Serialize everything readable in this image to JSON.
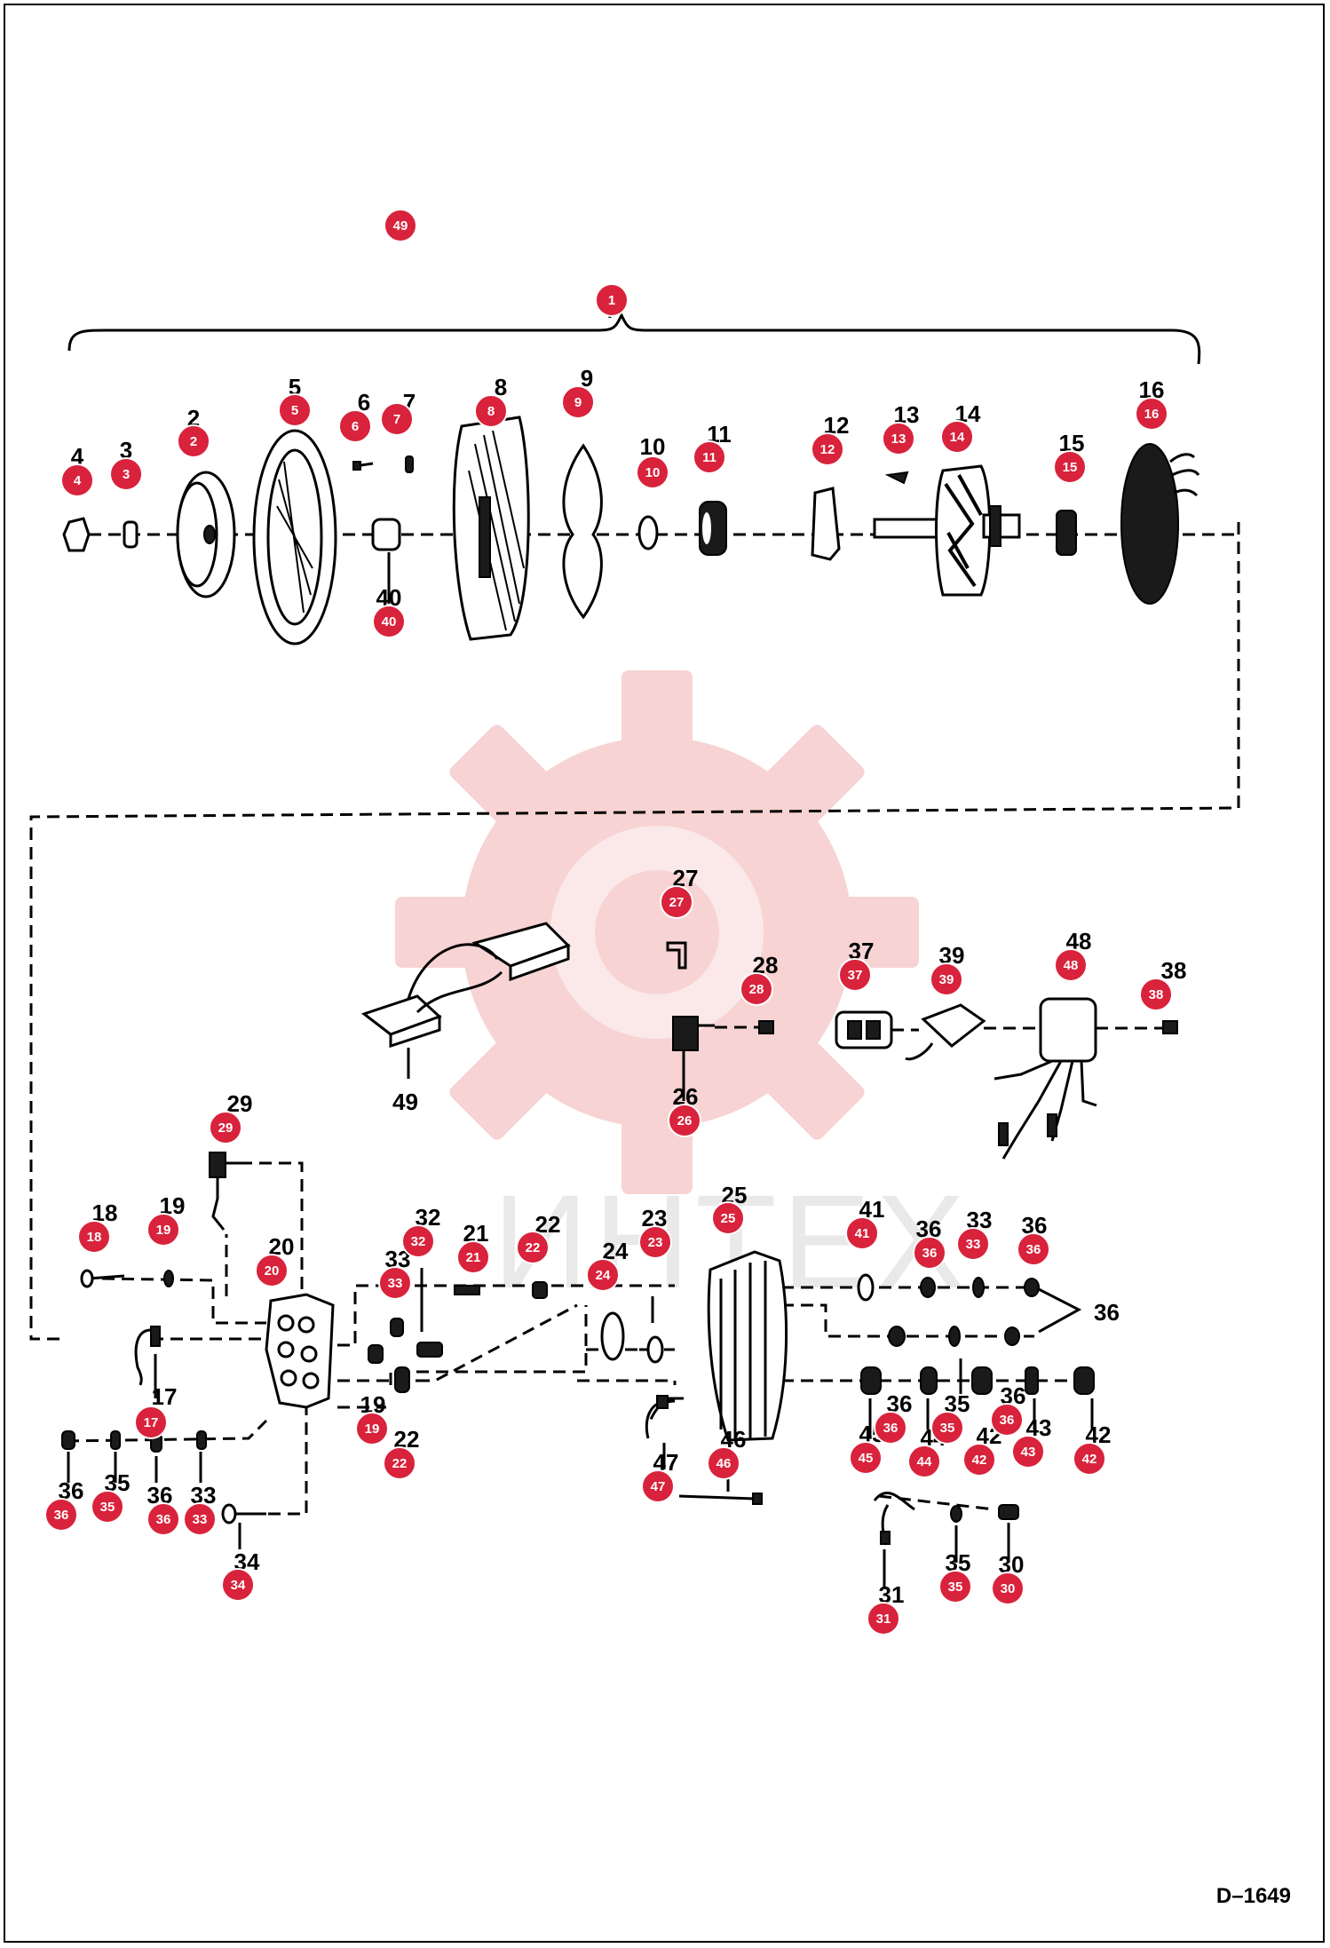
{
  "document": {
    "drawing_code": "D–1649",
    "watermark_text": "ИНТЕХ",
    "accent_color": "#d9223b",
    "watermark_color": "#f6cccc"
  },
  "captions": {
    "brush_kit": "49",
    "arrow_ref": "36"
  },
  "callouts": [
    {
      "label": "49",
      "part": "brush-kit"
    },
    {
      "label": "1",
      "part": "alternator-assembly"
    },
    {
      "label": "4",
      "part": "nut"
    },
    {
      "label": "3",
      "part": "lock-washer"
    },
    {
      "label": "2",
      "part": "pulley"
    },
    {
      "label": "5",
      "part": "fan"
    },
    {
      "label": "6",
      "part": "screw"
    },
    {
      "label": "7",
      "part": "retainer"
    },
    {
      "label": "40",
      "part": "spacer"
    },
    {
      "label": "8",
      "part": "drive-end-frame"
    },
    {
      "label": "9",
      "part": "gasket"
    },
    {
      "label": "10",
      "part": "washer"
    },
    {
      "label": "11",
      "part": "bearing"
    },
    {
      "label": "12",
      "part": "retainer-plate"
    },
    {
      "label": "13",
      "part": "key"
    },
    {
      "label": "14",
      "part": "rotor"
    },
    {
      "label": "15",
      "part": "bearing"
    },
    {
      "label": "16",
      "part": "stator"
    },
    {
      "label": "27",
      "part": "clip"
    },
    {
      "label": "28",
      "part": "screw"
    },
    {
      "label": "26",
      "part": "terminal"
    },
    {
      "label": "37",
      "part": "insulator"
    },
    {
      "label": "39",
      "part": "regulator"
    },
    {
      "label": "48",
      "part": "brush-holder"
    },
    {
      "label": "38",
      "part": "screw"
    },
    {
      "label": "29",
      "part": "diode-trio"
    },
    {
      "label": "18",
      "part": "screw"
    },
    {
      "label": "19",
      "part": "washer"
    },
    {
      "label": "20",
      "part": "rectifier-bridge"
    },
    {
      "label": "17",
      "part": "lead"
    },
    {
      "label": "32",
      "part": "bolt"
    },
    {
      "label": "33",
      "part": "washer"
    },
    {
      "label": "21",
      "part": "stud"
    },
    {
      "label": "22",
      "part": "insulator"
    },
    {
      "label": "24",
      "part": "o-ring"
    },
    {
      "label": "23",
      "part": "bushing"
    },
    {
      "label": "25",
      "part": "slip-ring-end-frame"
    },
    {
      "label": "41",
      "part": "washer"
    },
    {
      "label": "36",
      "part": "nut"
    },
    {
      "label": "33",
      "part": "washer"
    },
    {
      "label": "36",
      "part": "nut"
    },
    {
      "label": "19",
      "part": "washer"
    },
    {
      "label": "22",
      "part": "insulator"
    },
    {
      "label": "36",
      "part": "nut"
    },
    {
      "label": "35",
      "part": "washer"
    },
    {
      "label": "36",
      "part": "nut"
    },
    {
      "label": "33",
      "part": "washer"
    },
    {
      "label": "34",
      "part": "bolt"
    },
    {
      "label": "47",
      "part": "lead"
    },
    {
      "label": "46",
      "part": "bolt"
    },
    {
      "label": "36",
      "part": "nut"
    },
    {
      "label": "35",
      "part": "washer"
    },
    {
      "label": "36",
      "part": "nut"
    },
    {
      "label": "45",
      "part": "nut"
    },
    {
      "label": "44",
      "part": "washer"
    },
    {
      "label": "42",
      "part": "insulator"
    },
    {
      "label": "43",
      "part": "washer"
    },
    {
      "label": "42",
      "part": "insulator"
    },
    {
      "label": "31",
      "part": "lead"
    },
    {
      "label": "35",
      "part": "washer"
    },
    {
      "label": "30",
      "part": "bolt"
    }
  ],
  "leftover_numbers": [
    "4",
    "3",
    "2",
    "5",
    "6",
    "7",
    "40",
    "8",
    "9",
    "10",
    "11",
    "12",
    "13",
    "14",
    "15",
    "16",
    "27",
    "28",
    "26",
    "37",
    "39",
    "48",
    "38",
    "29",
    "18",
    "19",
    "20",
    "17",
    "32",
    "33",
    "21",
    "22",
    "24",
    "23",
    "25",
    "41",
    "36",
    "33",
    "36",
    "19",
    "22",
    "36",
    "35",
    "36",
    "33",
    "34",
    "47",
    "46",
    "36",
    "35",
    "36",
    "45",
    "44",
    "42",
    "43",
    "42",
    "31",
    "35",
    "30"
  ]
}
